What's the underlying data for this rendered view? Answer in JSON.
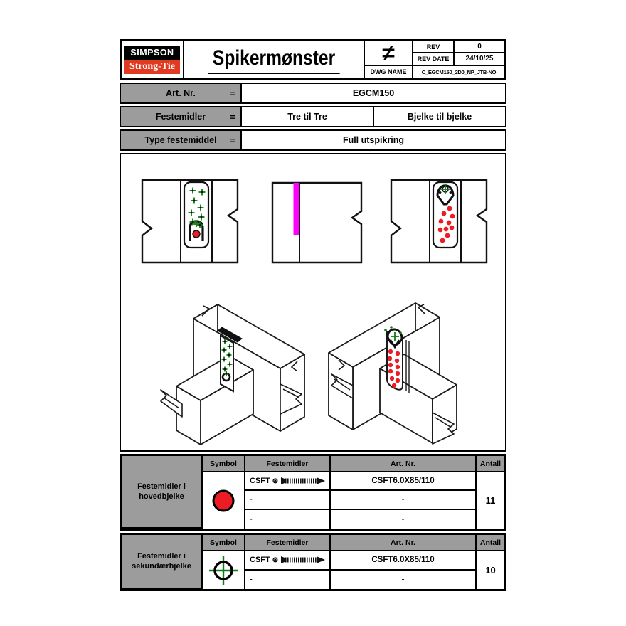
{
  "header": {
    "logo_line1": "SIMPSON",
    "logo_line2": "Strong-Tie",
    "title": "Spikermønster",
    "not_equal_symbol": "≠",
    "rev_label": "REV",
    "rev_value": "0",
    "rev_date_label": "REV DATE",
    "rev_date_value": "24/10/25",
    "dwg_name_label": "DWG NAME",
    "dwg_name_value": "C_EGCM150_2D0_NP_JTB-NO"
  },
  "info_table": {
    "rows": [
      {
        "label": "Art. Nr.",
        "equals": "=",
        "values": [
          "EGCM150"
        ]
      },
      {
        "label": "Festemidler",
        "equals": "=",
        "values": [
          "Tre til Tre",
          "Bjelke til bjelke"
        ]
      },
      {
        "label": "Type festemiddel",
        "equals": "=",
        "values": [
          "Full utspikring"
        ]
      }
    ]
  },
  "fastener_tables": [
    {
      "row_label_line1": "Festemidler i",
      "row_label_line2": "hovedbjelke",
      "symbol": "red-filled-circle",
      "headers": [
        "Symbol",
        "Festemidler",
        "Art. Nr.",
        "Antall"
      ],
      "rows": [
        {
          "festemidler": "CSFT",
          "torx": "⊛",
          "art_nr": "CSFT6.0X85/110"
        },
        {
          "festemidler": "-",
          "art_nr": "-"
        },
        {
          "festemidler": "-",
          "art_nr": "-"
        }
      ],
      "antall": "11"
    },
    {
      "row_label_line1": "Festemidler i",
      "row_label_line2": "sekundærbjelke",
      "symbol": "green-crosshair-circle",
      "headers": [
        "Symbol",
        "Festemidler",
        "Art. Nr.",
        "Antall"
      ],
      "rows": [
        {
          "festemidler": "CSFT",
          "torx": "⊛",
          "art_nr": "CSFT6.0X85/110"
        },
        {
          "festemidler": "-",
          "art_nr": "-"
        }
      ],
      "antall": "10"
    }
  ],
  "colors": {
    "fastener_red": "#ed1c24",
    "fastener_green": "#0f7d0f",
    "hanger_magenta": "#ff00ff",
    "header_gray": "#9c9c9c",
    "logo_red": "#e03a21"
  },
  "drawings": {
    "front_view_nails": [
      [
        79,
        19
      ],
      [
        92,
        21
      ],
      [
        81,
        33
      ],
      [
        90,
        43
      ],
      [
        77,
        50
      ],
      [
        91,
        56
      ],
      [
        79,
        63
      ],
      [
        89,
        67
      ]
    ],
    "front_view_seat_cross": [
      84,
      66
    ],
    "back_view_dots": [
      [
        90,
        44
      ],
      [
        82,
        51
      ],
      [
        94,
        55
      ],
      [
        78,
        62
      ],
      [
        89,
        64
      ],
      [
        93,
        71
      ],
      [
        85,
        73
      ],
      [
        77,
        74
      ],
      [
        87,
        82
      ],
      [
        80,
        89
      ]
    ],
    "iso_main_nails": [
      [
        94,
        60
      ],
      [
        101,
        67
      ],
      [
        93,
        72
      ],
      [
        100,
        79
      ],
      [
        93,
        85
      ],
      [
        101,
        92
      ],
      [
        94,
        99
      ],
      [
        96,
        105
      ]
    ],
    "iso_secondary_dots": [
      [
        117,
        76
      ],
      [
        127,
        79
      ],
      [
        116,
        86
      ],
      [
        126,
        89
      ],
      [
        117,
        95
      ],
      [
        127,
        98
      ],
      [
        117,
        104
      ],
      [
        127,
        107
      ],
      [
        119,
        114
      ],
      [
        127,
        117
      ],
      [
        122,
        124
      ]
    ]
  }
}
